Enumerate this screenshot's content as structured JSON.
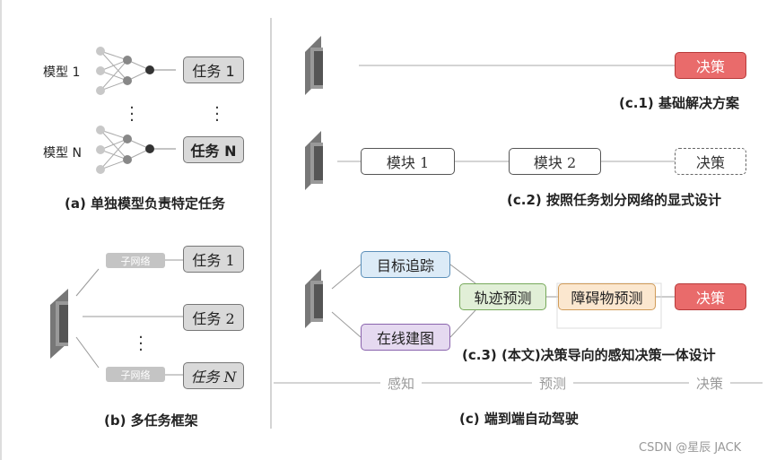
{
  "panel_a": {
    "model1_label": "模型 1",
    "modelN_label": "模型 N",
    "task1": "任务 1",
    "taskN": "任务 N",
    "caption": "(a) 单独模型负责特定任务"
  },
  "panel_b": {
    "subnet1": "子网络",
    "subnet2": "子网络",
    "task1": "任务 1",
    "task2": "任务 2",
    "taskN": "任务 N",
    "caption": "(b) 多任务框架"
  },
  "panel_c1": {
    "decision": "决策",
    "caption": "(c.1) 基础解决方案"
  },
  "panel_c2": {
    "module1": "模块 1",
    "module2": "模块 2",
    "decision": "决策",
    "caption": "(c.2) 按照任务划分网络的显式设计"
  },
  "panel_c3": {
    "tracking": "目标追踪",
    "mapping": "在线建图",
    "motion": "轨迹预测",
    "occupancy": "障碍物预测",
    "decision": "决策",
    "caption": "(c.3) (本文)决策导向的感知决策一体设计"
  },
  "stages": {
    "perception": "感知",
    "prediction": "预测",
    "decision": "决策"
  },
  "panel_c": {
    "caption": "(c) 端到端自动驾驶"
  },
  "watermark": "CSDN @星辰 JACK",
  "colors": {
    "red": "#e96b6b",
    "blue": "#dcebf7",
    "purple": "#e5d9f0",
    "green": "#e1efd7",
    "orange": "#fbe7cf",
    "task_gray": "#d9d9d9"
  }
}
